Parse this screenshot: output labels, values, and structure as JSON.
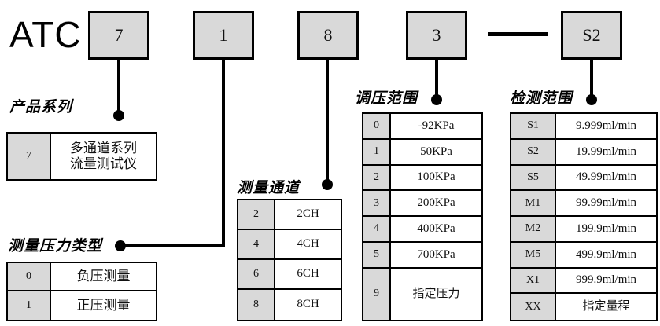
{
  "model": {
    "brand": "ATC",
    "boxes": [
      {
        "value": "7",
        "name": "series"
      },
      {
        "value": "1",
        "name": "pressure-type"
      },
      {
        "value": "8",
        "name": "channel"
      },
      {
        "value": "3",
        "name": "pressure-range"
      },
      {
        "value": "S2",
        "name": "detect-range"
      }
    ],
    "separator": "—"
  },
  "groups": {
    "series": {
      "caption": "产品系列"
    },
    "pressure_type": {
      "caption": "测量压力类型"
    },
    "channel": {
      "caption": "测量通道"
    },
    "pressure": {
      "caption": "调压范围"
    },
    "range": {
      "caption": "检测范围"
    }
  },
  "tables": {
    "series": {
      "rows": [
        {
          "code": "7",
          "value_line1": "多通道系列",
          "value_line2": "流量测试仪"
        }
      ]
    },
    "pressure_type": {
      "rows": [
        {
          "code": "0",
          "value": "负压测量"
        },
        {
          "code": "1",
          "value": "正压测量"
        }
      ]
    },
    "channel": {
      "rows": [
        {
          "code": "2",
          "value": "2CH"
        },
        {
          "code": "4",
          "value": "4CH"
        },
        {
          "code": "6",
          "value": "6CH"
        },
        {
          "code": "8",
          "value": "8CH"
        }
      ]
    },
    "pressure": {
      "rows": [
        {
          "code": "0",
          "value": "-92KPa"
        },
        {
          "code": "1",
          "value": "50KPa"
        },
        {
          "code": "2",
          "value": "100KPa"
        },
        {
          "code": "3",
          "value": "200KPa"
        },
        {
          "code": "4",
          "value": "400KPa"
        },
        {
          "code": "5",
          "value": "700KPa"
        },
        {
          "code": "9",
          "value": "指定压力"
        }
      ]
    },
    "range": {
      "rows": [
        {
          "code": "S1",
          "value": "9.999ml/min"
        },
        {
          "code": "S2",
          "value": "19.99ml/min"
        },
        {
          "code": "S5",
          "value": "49.99ml/min"
        },
        {
          "code": "M1",
          "value": "99.99ml/min"
        },
        {
          "code": "M2",
          "value": "199.9ml/min"
        },
        {
          "code": "M5",
          "value": "499.9ml/min"
        },
        {
          "code": "X1",
          "value": "999.9ml/min"
        },
        {
          "code": "XX",
          "value": "指定量程"
        }
      ]
    }
  },
  "colors": {
    "box_fill": "#d9d9d9",
    "line": "#000000",
    "background": "#ffffff"
  }
}
